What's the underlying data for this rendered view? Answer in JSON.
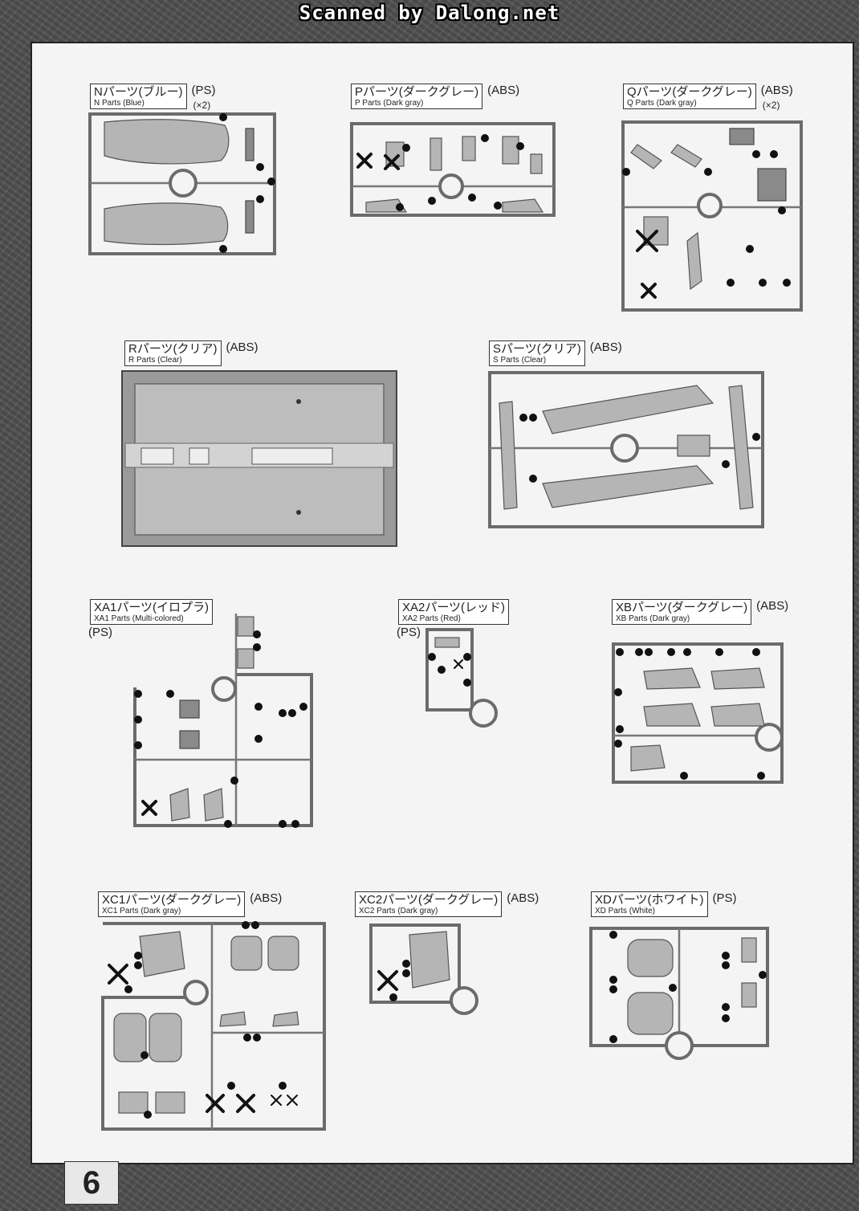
{
  "watermark": "Scanned by Dalong.net",
  "page_number": "6",
  "sprues": [
    {
      "id": "N",
      "jp": "Nパーツ(ブルー)",
      "en": "N Parts (Blue)",
      "material": "(PS)",
      "qty": "(×2)"
    },
    {
      "id": "P",
      "jp": "Pパーツ(ダークグレー)",
      "en": "P Parts (Dark gray)",
      "material": "(ABS)",
      "qty": ""
    },
    {
      "id": "Q",
      "jp": "Qパーツ(ダークグレー)",
      "en": "Q Parts (Dark gray)",
      "material": "(ABS)",
      "qty": "(×2)"
    },
    {
      "id": "R",
      "jp": "Rパーツ(クリア)",
      "en": "R Parts (Clear)",
      "material": "(ABS)",
      "qty": ""
    },
    {
      "id": "S",
      "jp": "Sパーツ(クリア)",
      "en": "S Parts (Clear)",
      "material": "(ABS)",
      "qty": ""
    },
    {
      "id": "XA1",
      "jp": "XA1パーツ(イロプラ)",
      "en": "XA1 Parts (Multi-colored)",
      "material": "(PS)",
      "qty": ""
    },
    {
      "id": "XA2",
      "jp": "XA2パーツ(レッド)",
      "en": "XA2 Parts (Red)",
      "material": "(PS)",
      "qty": ""
    },
    {
      "id": "XB",
      "jp": "XBパーツ(ダークグレー)",
      "en": "XB Parts (Dark gray)",
      "material": "(ABS)",
      "qty": ""
    },
    {
      "id": "XC1",
      "jp": "XC1パーツ(ダークグレー)",
      "en": "XC1 Parts (Dark gray)",
      "material": "(ABS)",
      "qty": ""
    },
    {
      "id": "XC2",
      "jp": "XC2パーツ(ダークグレー)",
      "en": "XC2 Parts (Dark gray)",
      "material": "(ABS)",
      "qty": ""
    },
    {
      "id": "XD",
      "jp": "XDパーツ(ホワイト)",
      "en": "XD Parts (White)",
      "material": "(PS)",
      "qty": ""
    }
  ]
}
